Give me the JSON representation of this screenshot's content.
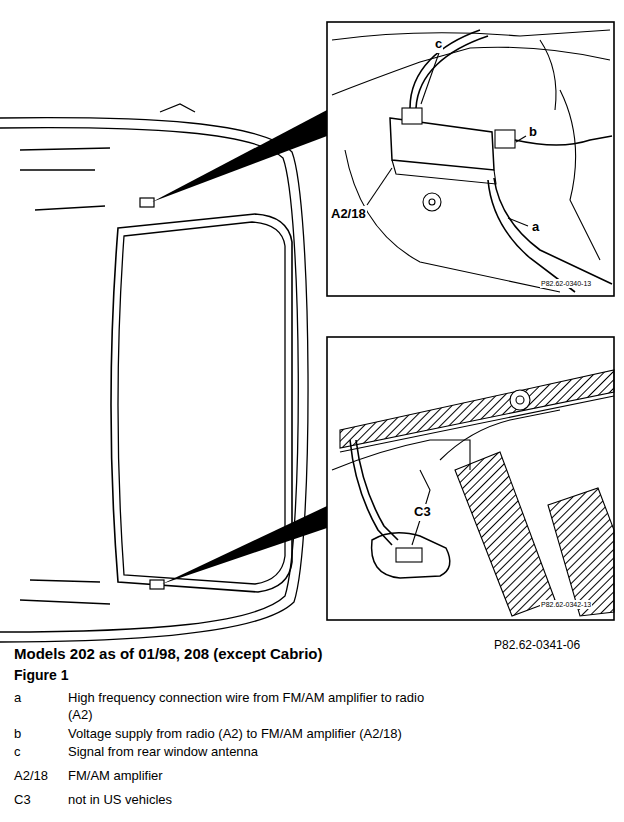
{
  "diagram": {
    "title": "Models 202 as of 01/98, 208 (except Cabrio)",
    "caption": "Figure 1",
    "labels": [
      "c",
      "b",
      "A2/18",
      "a",
      "P82.62-0340-13",
      "C3",
      "P82.62-0342-13",
      "P82.62-0341-06",
      "a",
      "High frequency connection wire from FM/AM amplifier to radio (A2)",
      "b",
      "Voltage supply from radio (A2) to FM/AM amplifier (A2/18)",
      "c",
      "Signal from rear window antenna",
      "A2/18",
      "FM/AM amplifier",
      "C3",
      "not in US vehicles"
    ]
  }
}
